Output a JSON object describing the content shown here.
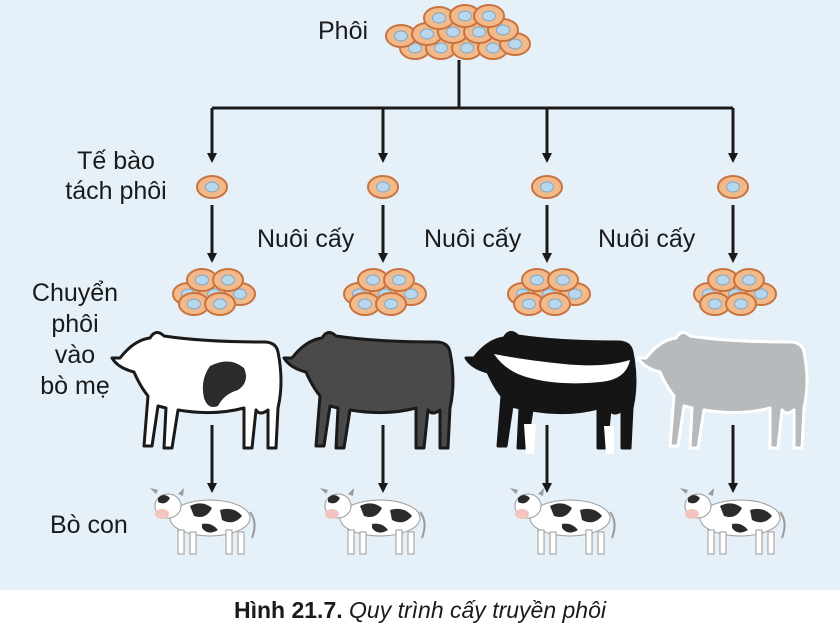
{
  "labels": {
    "embryo": "Phôi",
    "separated_cells_line1": "Tế bào",
    "separated_cells_line2": "tách phôi",
    "culture": "Nuôi cấy",
    "transfer_line1": "Chuyển",
    "transfer_line2": "phôi",
    "transfer_line3": "vào",
    "transfer_line4": "bò mẹ",
    "calf": "Bò con"
  },
  "caption": {
    "number": "Hình 21.7.",
    "title": "Quy trình cấy truyền phôi"
  },
  "colors": {
    "background": "#e6f0f8",
    "cell_fill": "#f2b98a",
    "cell_stroke": "#c9733f",
    "nucleus": "#b9d7ec",
    "arrow": "#1a1a1a",
    "cow_white": "#ffffff",
    "cow_dark": "#4a4a4a",
    "cow_black": "#151515",
    "cow_gray": "#b7babd"
  },
  "cows": [
    {
      "name": "white-spotted-cow",
      "color": "white"
    },
    {
      "name": "dark-gray-cow",
      "color": "dark"
    },
    {
      "name": "black-banded-cow",
      "color": "black"
    },
    {
      "name": "light-gray-cow",
      "color": "gray"
    }
  ]
}
